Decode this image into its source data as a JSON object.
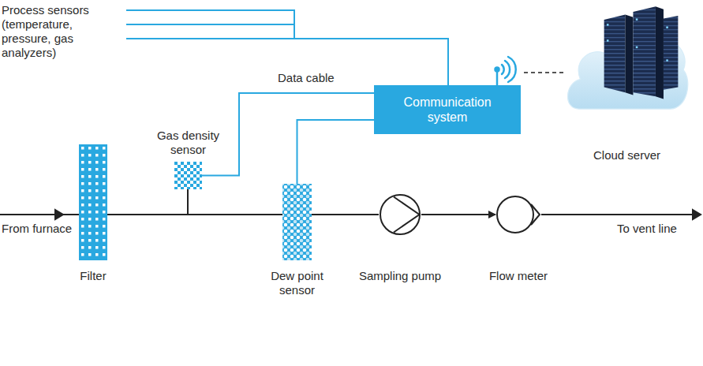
{
  "diagram": {
    "nodes": [
      {
        "text": [
          "Communication system"
        ]
      },
      {
        "text": [
          "Cloud server"
        ]
      },
      {
        "text": [
          "Filter"
        ]
      },
      {
        "text": [
          "Gas density sensor"
        ]
      },
      {
        "text": [
          "Dew point sensor"
        ]
      },
      {
        "text": [
          "Sampling pump"
        ]
      },
      {
        "text": [
          "Flow meter"
        ]
      }
    ],
    "edges": [
      {
        "from": 3,
        "to": 0,
        "arrow": "none"
      },
      {
        "from": 4,
        "to": 0,
        "arrow": "none"
      },
      {
        "from": 0,
        "to": 1,
        "arrow": "none"
      },
      {
        "from": 2,
        "to": 4,
        "arrow": "none"
      },
      {
        "from": 4,
        "to": 5,
        "arrow": "none"
      },
      {
        "from": 5,
        "to": 6,
        "arrow": "to"
      }
    ],
    "labels": [
      "Process sensors (temperature, pressure, gas analyzers)",
      "Data cable",
      "From furnace",
      "To vent line"
    ]
  }
}
